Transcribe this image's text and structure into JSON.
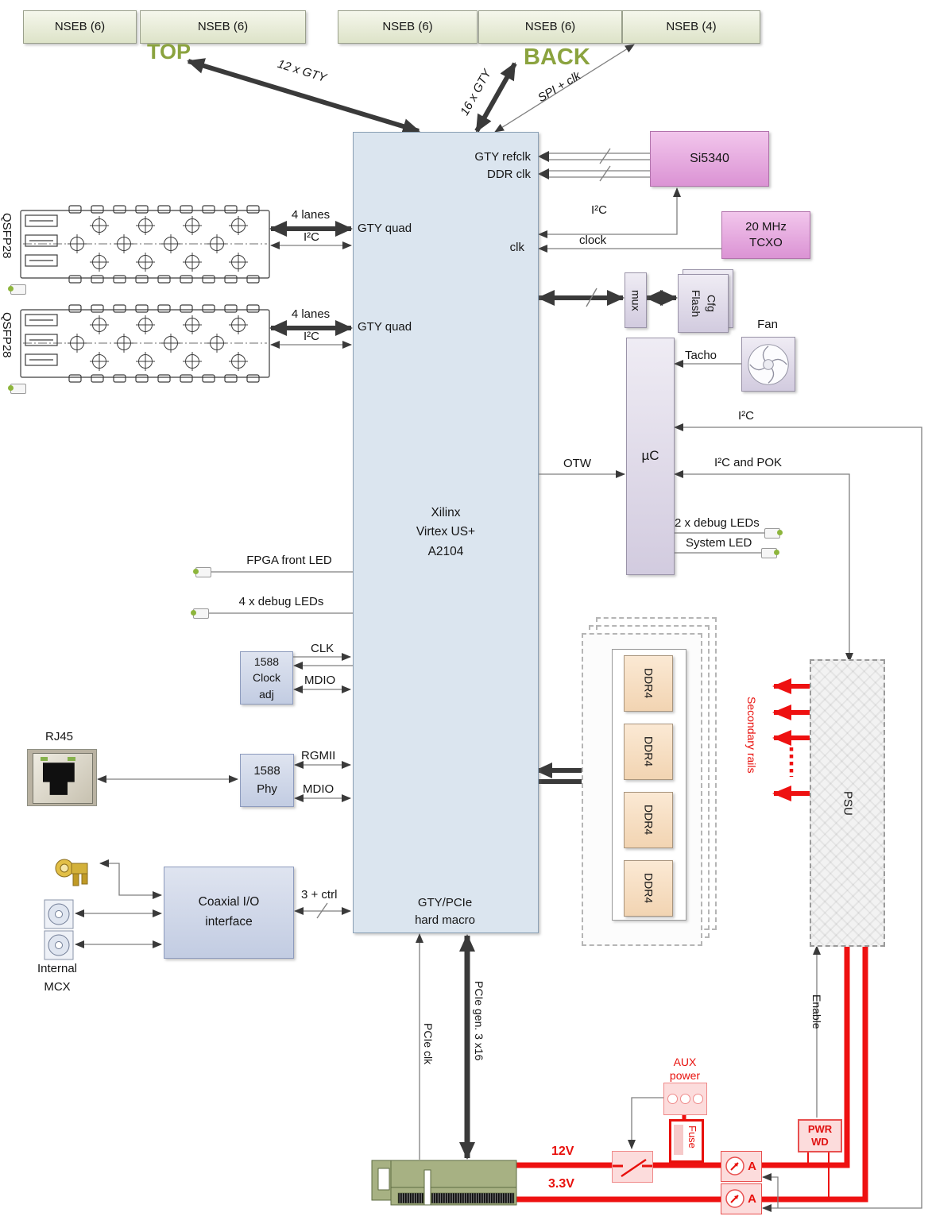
{
  "colors": {
    "fpga_fill": "#dbe5ef",
    "nseb_fill": "#e7ecd6",
    "clock_chip_fill": "#e2a7dc",
    "module_fill": "#ddd7e7",
    "io_fill": "#ccd5e8",
    "ddr_fill": "#f8e3cb",
    "power_red": "#e8100c",
    "power_pink": "#fcdcdc",
    "label_olive": "#8ba33f",
    "connector_green": "#a7b183",
    "wire_gray": "#7f7f7f",
    "arrow_dark": "#3a3a3a"
  },
  "top_row": {
    "boxes": [
      {
        "label": "NSEB (6)"
      },
      {
        "label": "NSEB (6)"
      },
      {
        "label": "NSEB (6)"
      },
      {
        "label": "NSEB (6)"
      },
      {
        "label": "NSEB (4)"
      }
    ],
    "top": "TOP",
    "back": "BACK",
    "gty12": "12 x GTY",
    "gty16": "16 x GTY",
    "spi": "SPI + clk"
  },
  "fpga": {
    "line1": "Xilinx",
    "line2": "Virtex US+",
    "line3": "A2104",
    "gty_refclk": "GTY refclk",
    "ddr_clk": "DDR clk",
    "clk": "clk",
    "gty_quad_1": "GTY quad",
    "gty_quad_2": "GTY quad",
    "macro1": "GTY/PCIe",
    "macro2": "hard macro"
  },
  "clocks": {
    "si5340": "Si5340",
    "tcxo1": "20 MHz",
    "tcxo2": "TCXO",
    "i2c": "I²C",
    "clock": "clock"
  },
  "flash": {
    "mux": "mux",
    "cfg1": "Cfg",
    "cfg2": "Flash"
  },
  "cooling": {
    "fan": "Fan",
    "tacho": "Tacho"
  },
  "mcu": {
    "label": "µC",
    "otw": "OTW",
    "i2c": "I²C",
    "i2c_pok": "I²C and POK",
    "debug": "2 x debug LEDs",
    "system": "System LED"
  },
  "qsfp": {
    "name": "QSFP28",
    "lanes": "4 lanes",
    "i2c": "I²C"
  },
  "leds": {
    "front": "FPGA front LED",
    "debug": "4 x debug LEDs"
  },
  "ieee1588": {
    "adj1": "1588",
    "adj2": "Clock",
    "adj3": "adj",
    "clk": "CLK",
    "mdio": "MDIO",
    "phy1": "1588",
    "phy2": "Phy",
    "rgmii": "RGMII",
    "mdio2": "MDIO",
    "rj45": "RJ45"
  },
  "coax": {
    "line1": "Coaxial I/O",
    "line2": "interface",
    "bus": "3 + ctrl",
    "int1": "Internal",
    "int2": "MCX"
  },
  "memory": {
    "chip": "DDR4"
  },
  "power": {
    "psu": "PSU",
    "rails": "Secondary rails",
    "enable": "Enable",
    "aux1": "AUX",
    "aux2": "power",
    "fuse": "Fuse",
    "pwr1": "PWR",
    "pwr2": "WD",
    "amp": "A",
    "v12": "12V",
    "v33": "3.3V"
  },
  "pcie": {
    "clk": "PCIe clk",
    "gen": "PCIe gen. 3 x16"
  }
}
